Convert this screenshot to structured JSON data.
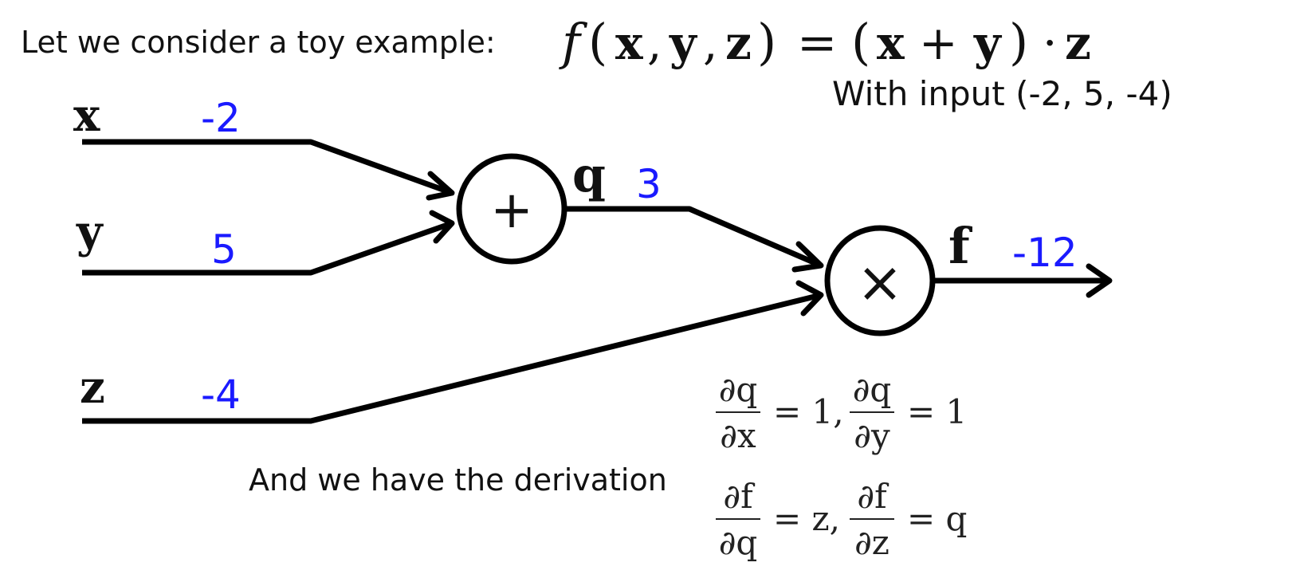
{
  "intro_text": "Let we consider a toy example:",
  "formula": {
    "f": "f",
    "lparen": "(",
    "x": "x",
    "comma1": ",",
    "y": "y",
    "comma2": ",",
    "z": "z",
    "rparen": ")",
    "eq": "=",
    "lparen2": "(",
    "x2": "x",
    "plus": "+",
    "y2": "y",
    "rparen2": ")",
    "dot": "·",
    "z2": "z"
  },
  "input_text": "With input (-2, 5, -4)",
  "inputs": [
    {
      "var": "x",
      "value": "-2"
    },
    {
      "var": "y",
      "value": "5"
    },
    {
      "var": "z",
      "value": "-4"
    }
  ],
  "nodes": {
    "add": {
      "symbol": "+",
      "output_var": "q",
      "output_value": "3"
    },
    "mul": {
      "symbol": "×",
      "output_var": "f",
      "output_value": "-12"
    }
  },
  "derivation_text": "And we have the derivation",
  "derivatives": [
    {
      "num1": "∂q",
      "den1": "∂x",
      "rhs1": "= 1,",
      "num2": "∂q",
      "den2": "∂y",
      "rhs2": "= 1"
    },
    {
      "num1": "∂f",
      "den1": "∂q",
      "rhs1": "= z,",
      "num2": "∂f",
      "den2": "∂z",
      "rhs2": "= q"
    }
  ],
  "colors": {
    "value_blue": "#1a1aff",
    "stroke": "#000000"
  }
}
